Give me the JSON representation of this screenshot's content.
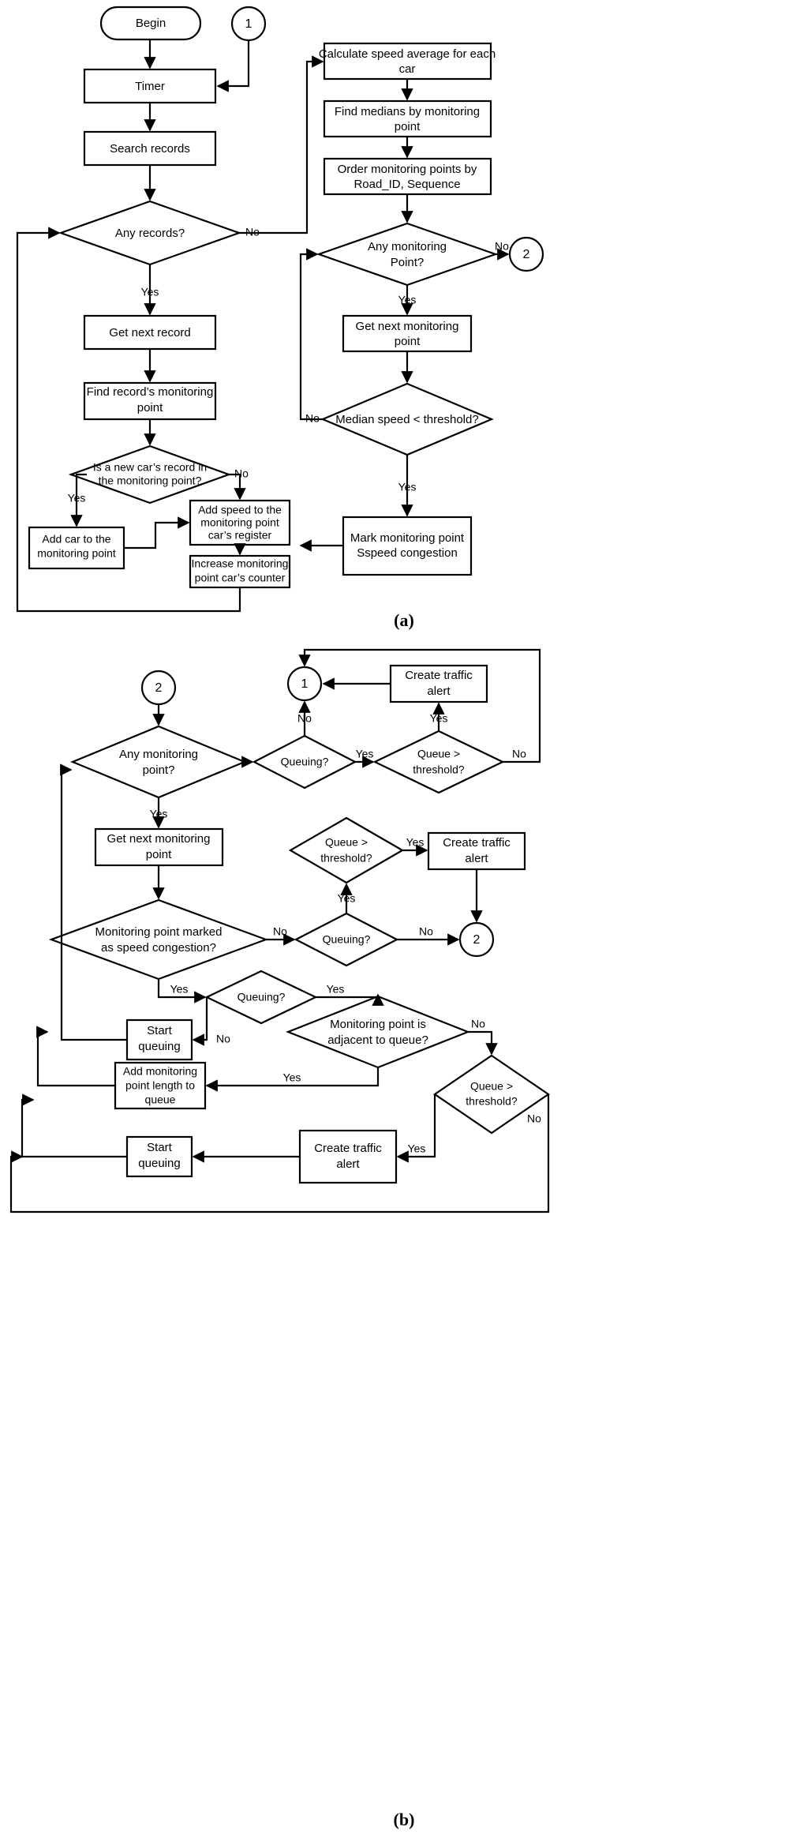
{
  "figure": {
    "panels": [
      {
        "id": "a",
        "caption": "(a)"
      },
      {
        "id": "b",
        "caption": "(b)"
      }
    ],
    "colors": {
      "stroke": "#000000",
      "fill": "#ffffff",
      "background": "#ffffff"
    }
  },
  "panel_a": {
    "caption": "(a)",
    "nodes": {
      "begin": "Begin",
      "timer": "Timer",
      "search_records": "Search records",
      "any_records": "Any records?",
      "get_next_record": "Get next record",
      "find_record_point_l1": "Find record’s monitoring",
      "find_record_point_l2": "point",
      "is_new_car_l1": "Is a new car’s record in",
      "is_new_car_l2": "the monitoring point?",
      "add_car_l1": "Add car to the",
      "add_car_l2": "monitoring point",
      "add_speed_l1": "Add speed to the",
      "add_speed_l2": "monitoring point",
      "add_speed_l3": "car’s register",
      "increase_counter_l1": "Increase monitoring",
      "increase_counter_l2": "point car’s counter",
      "calc_speed_avg_l1": "Calculate speed average for each",
      "calc_speed_avg_l2": "car",
      "find_medians_l1": "Find medians by monitoring",
      "find_medians_l2": "point",
      "order_points_l1": "Order monitoring points by",
      "order_points_l2": "Road_ID, Sequence",
      "any_monitoring_point_l1": "Any monitoring",
      "any_monitoring_point_l2": "Point?",
      "get_next_point_l1": "Get next monitoring",
      "get_next_point_l2": "point",
      "median_threshold": "Median speed < threshold?",
      "mark_point_l1": "Mark monitoring point",
      "mark_point_l2": "Sspeed congestion",
      "connector_1": "1",
      "connector_2": "2"
    },
    "edge_labels": {
      "any_records_no": "No",
      "any_records_yes": "Yes",
      "is_new_car_yes": "Yes",
      "is_new_car_no": "No",
      "any_point_no": "No",
      "any_point_yes": "Yes",
      "median_no": "No",
      "median_yes": "Yes"
    }
  },
  "panel_b": {
    "caption": "(b)",
    "nodes": {
      "connector_2_in": "2",
      "connector_1_out": "1",
      "connector_2_out": "2",
      "create_alert_top_l1": "Create traffic",
      "create_alert_top_l2": "alert",
      "any_monitoring_point_l1": "Any monitoring",
      "any_monitoring_point_l2": "point?",
      "queuing_top": "Queuing?",
      "queue_threshold_top_l1": "Queue >",
      "queue_threshold_top_l2": "threshold?",
      "get_next_point_l1": "Get next monitoring",
      "get_next_point_l2": "point",
      "queue_threshold_mid_l1": "Queue >",
      "queue_threshold_mid_l2": "threshold?",
      "create_alert_mid_l1": "Create traffic",
      "create_alert_mid_l2": "alert",
      "marked_speed_congestion_l1": "Monitoring point marked",
      "marked_speed_congestion_l2": "as speed congestion?",
      "queuing_mid": "Queuing?",
      "queuing_lower": "Queuing?",
      "start_queuing_upper_l1": "Start",
      "start_queuing_upper_l2": "queuing",
      "adjacent_queue_l1": "Monitoring point is",
      "adjacent_queue_l2": "adjacent to queue?",
      "add_length_l1": "Add monitoring",
      "add_length_l2": "point length to",
      "add_length_l3": "queue",
      "queue_threshold_bottom_l1": "Queue >",
      "queue_threshold_bottom_l2": "threshold?",
      "start_queuing_lower_l1": "Start",
      "start_queuing_lower_l2": "queuing",
      "create_alert_bottom_l1": "Create traffic",
      "create_alert_bottom_l2": "alert"
    },
    "edge_labels": {
      "queuing_top_no": "No",
      "queuing_top_yes": "Yes",
      "queue_threshold_top_yes": "Yes",
      "queue_threshold_top_no": "No",
      "any_point_yes": "Yes",
      "queue_threshold_mid_yes_up": "Yes",
      "queue_threshold_mid_yes_right": "Yes",
      "marked_no": "No",
      "marked_yes": "Yes",
      "queuing_mid_no": "No",
      "queuing_lower_no": "No",
      "queuing_lower_yes": "Yes",
      "adjacent_no": "No",
      "adjacent_yes": "Yes",
      "queue_threshold_bottom_no": "No",
      "queue_threshold_bottom_yes": "Yes"
    }
  }
}
